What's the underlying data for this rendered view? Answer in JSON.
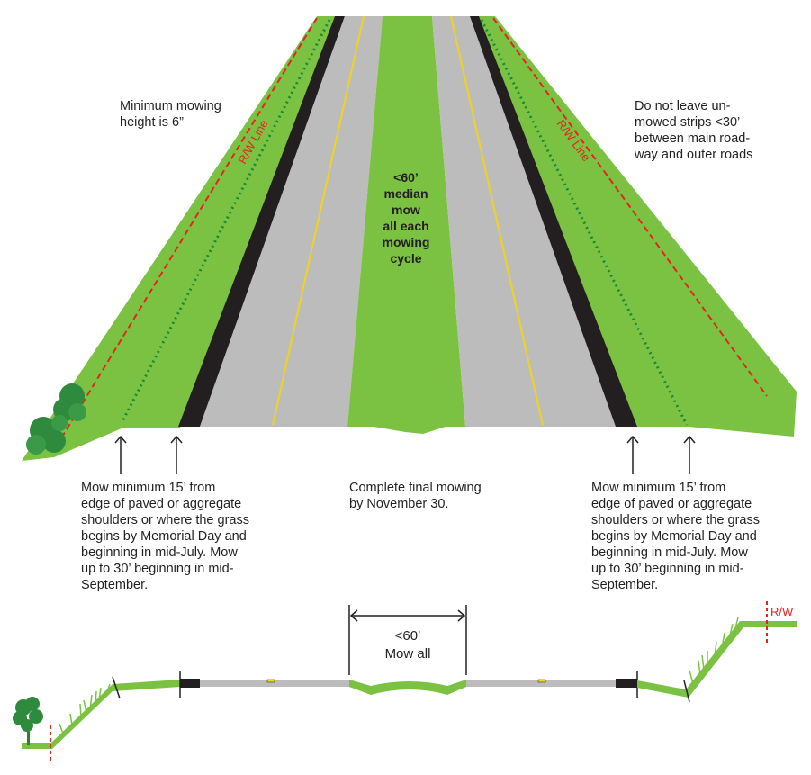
{
  "diagram": {
    "colors": {
      "grass": "#7cc242",
      "grass_dark": "#5ea832",
      "pavement": "#bcbcbc",
      "shoulder": "#231f20",
      "center_line": "#f2d31b",
      "row_line": "#e52421",
      "mow_line": "#138a3c",
      "tree": "#2e8b3e"
    },
    "notes": {
      "top_left": "Minimum mowing\nheight is 6”",
      "top_right": "Do not leave un-\nmowed strips <30’\nbetween main road-\nway and outer roads",
      "median": "<60’\nmedian\nmow\nall each\nmowing\ncycle",
      "bottom_left": "Mow minimum 15’ from\nedge of paved or aggregate\nshoulders or where the grass\nbegins by Memorial Day and\nbeginning in mid-July. Mow\nup to 30’ beginning in mid-\nSeptember.",
      "bottom_center": "Complete final mowing\nby November 30.",
      "bottom_right": "Mow minimum 15’ from\nedge of paved or aggregate\nshoulders or where the grass\nbegins by Memorial Day and\nbeginning in mid-July. Mow\nup to 30’ beginning in mid-\nSeptember."
    },
    "rw_label_left": "R/W Line",
    "rw_label_right": "R/W Line",
    "cross_section": {
      "dimension_label": "<60’\nMow all",
      "rw_label": "R/W"
    },
    "icons": [
      "shrub-icon",
      "tree-icon",
      "arrow-up-icon"
    ]
  }
}
